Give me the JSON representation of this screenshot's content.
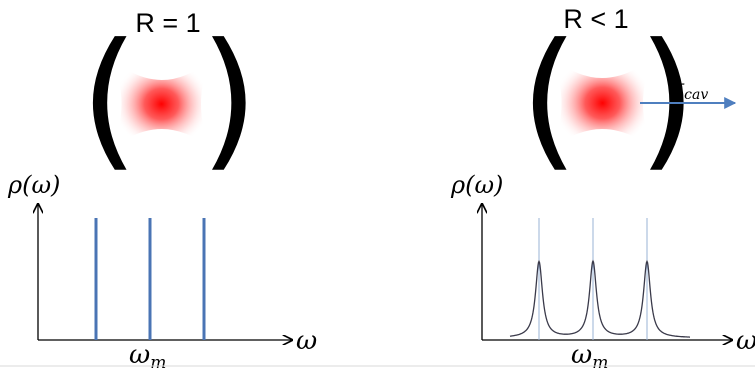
{
  "left_panel": {
    "title": "R = 1",
    "y_axis_label": "ρ(ω)",
    "x_axis_label": "ω",
    "mode_label": "ω",
    "mode_label_subscript": "m",
    "mode_count": 3
  },
  "right_panel": {
    "title": "R < 1",
    "y_axis_label": "ρ(ω)",
    "x_axis_label": "ω",
    "mode_label": "ω",
    "mode_label_subscript": "m",
    "leak_label": "τ",
    "leak_label_subscript": "cav",
    "mode_count": 3
  },
  "colors": {
    "beam": "#ff0000",
    "mode_line": "#4a74b4",
    "lorentzian": "#3a3a4a",
    "arrow": "#4f7fbf",
    "axis": "#000000",
    "divider": "#d9d9d9"
  }
}
